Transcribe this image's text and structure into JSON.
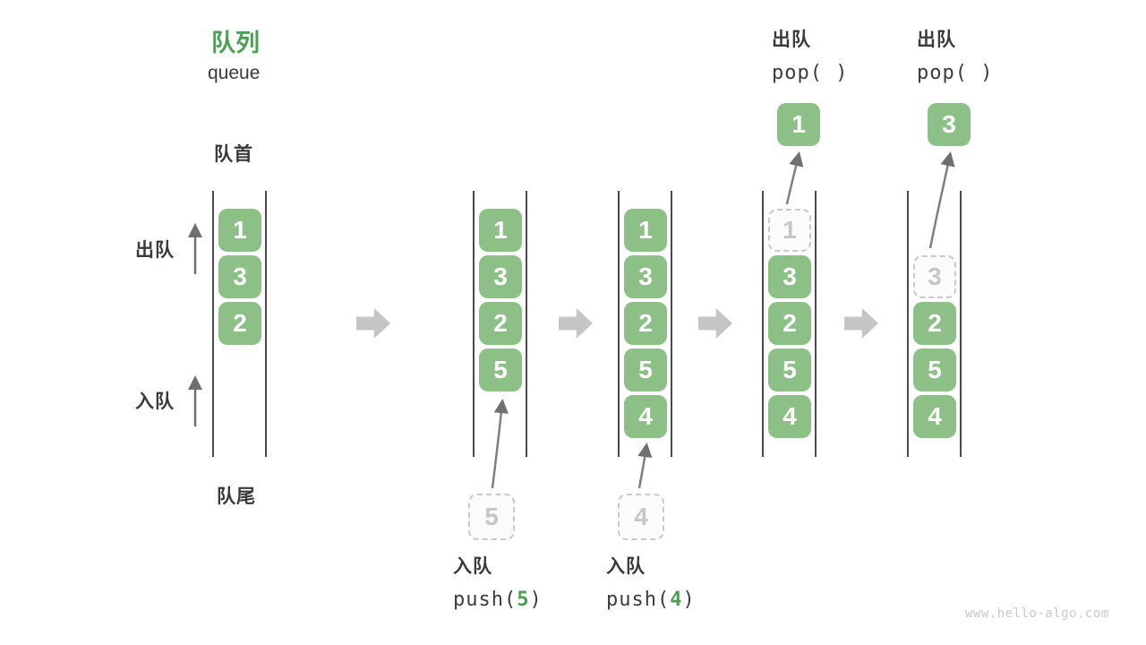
{
  "title": {
    "zh": "队列",
    "en": "queue"
  },
  "labels": {
    "front": "队首",
    "rear": "队尾",
    "dequeue_side": "出队",
    "enqueue_side": "入队"
  },
  "pop_ops": [
    {
      "label": "出队",
      "code": "pop( )",
      "popped": "1"
    },
    {
      "label": "出队",
      "code": "pop( )",
      "popped": "3"
    }
  ],
  "push_ops": [
    {
      "label": "入队",
      "prefix": "push(",
      "arg": "5",
      "suffix": ")"
    },
    {
      "label": "入队",
      "prefix": "push(",
      "arg": "4",
      "suffix": ")"
    }
  ],
  "queues": [
    {
      "cells": [
        "1",
        "3",
        "2"
      ]
    },
    {
      "cells": [
        "1",
        "3",
        "2",
        "5"
      ],
      "staging": "5"
    },
    {
      "cells": [
        "1",
        "3",
        "2",
        "5",
        "4"
      ],
      "staging": "4"
    },
    {
      "ghost": "1",
      "cells": [
        "3",
        "2",
        "5",
        "4"
      ]
    },
    {
      "ghost": "3",
      "cells": [
        "2",
        "5",
        "4"
      ]
    }
  ],
  "watermark": "www.hello-algo.com",
  "colors": {
    "box_green": "#8dc087",
    "accent_green": "#4ba153",
    "line_dark": "#4a4a4a",
    "step_arrow_gray": "#c5c5c5",
    "curve_arrow_gray": "#7f7f7f",
    "ghost_gray": "#c9c9c9",
    "text_dark": "#3a3a3a",
    "watermark_gray": "#c9c9c9"
  }
}
